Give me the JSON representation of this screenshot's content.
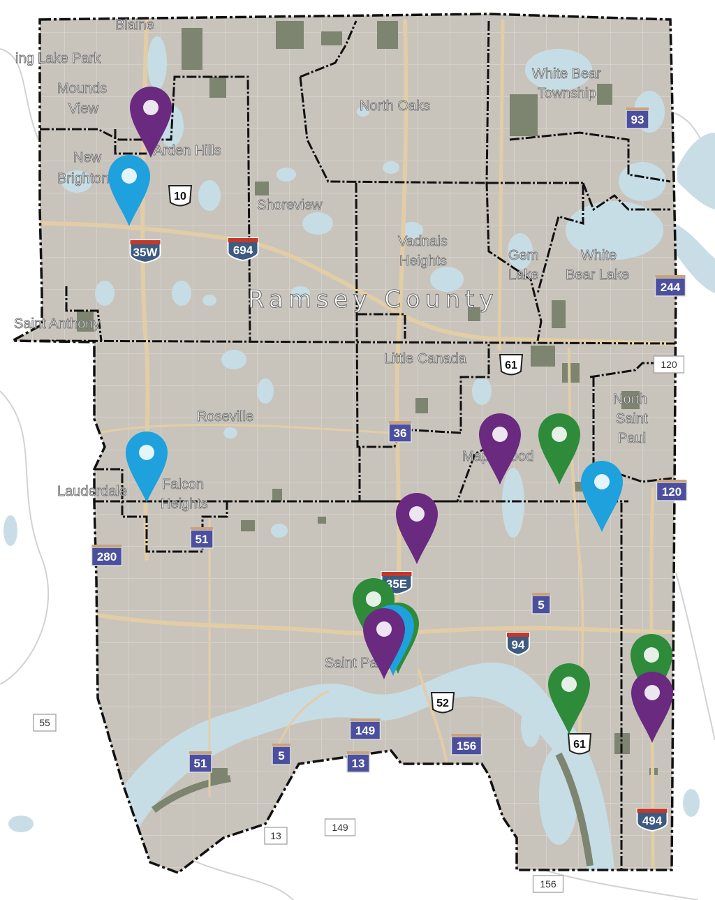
{
  "county_label": "Ramsey County",
  "place_labels": [
    {
      "text": "Blaine",
      "key": "blaine"
    },
    {
      "text": "ing Lake Park",
      "key": "spring-lake-park"
    },
    {
      "text": "Mounds",
      "key": "mounds"
    },
    {
      "text": "View",
      "key": "view"
    },
    {
      "text": "New",
      "key": "new"
    },
    {
      "text": "Brighton",
      "key": "brighton"
    },
    {
      "text": "Arden Hills",
      "key": "arden-hills"
    },
    {
      "text": "North Oaks",
      "key": "north-oaks"
    },
    {
      "text": "White Bear",
      "key": "white-bear"
    },
    {
      "text": "Township",
      "key": "township"
    },
    {
      "text": "Shoreview",
      "key": "shoreview"
    },
    {
      "text": "Vadnais",
      "key": "vadnais"
    },
    {
      "text": "Heights",
      "key": "vadnais-heights"
    },
    {
      "text": "Gem",
      "key": "gem"
    },
    {
      "text": "Lake",
      "key": "gem-lake"
    },
    {
      "text": "White",
      "key": "white"
    },
    {
      "text": "Bear Lake",
      "key": "bear-lake"
    },
    {
      "text": "Saint Anthony",
      "key": "saint-anthony"
    },
    {
      "text": "Little Canada",
      "key": "little-canada"
    },
    {
      "text": "North",
      "key": "north"
    },
    {
      "text": "Saint",
      "key": "saint"
    },
    {
      "text": "Paul",
      "key": "paul"
    },
    {
      "text": "Roseville",
      "key": "roseville"
    },
    {
      "text": "Maplewood",
      "key": "maplewood"
    },
    {
      "text": "Lauderdale",
      "key": "lauderdale"
    },
    {
      "text": "Falcon",
      "key": "falcon"
    },
    {
      "text": "Heights",
      "key": "falcon-heights"
    },
    {
      "text": "Saint Paul",
      "key": "saint-paul"
    }
  ],
  "highway_shields": [
    {
      "text": "35W",
      "kind": "interstate"
    },
    {
      "text": "694",
      "kind": "interstate"
    },
    {
      "text": "35E",
      "kind": "interstate"
    },
    {
      "text": "94",
      "kind": "interstate"
    },
    {
      "text": "494",
      "kind": "interstate"
    },
    {
      "text": "10",
      "kind": "us"
    },
    {
      "text": "61",
      "kind": "us"
    },
    {
      "text": "61",
      "kind": "us"
    },
    {
      "text": "52",
      "kind": "us"
    },
    {
      "text": "93",
      "kind": "state-blue"
    },
    {
      "text": "244",
      "kind": "state-blue"
    },
    {
      "text": "120",
      "kind": "state-blue"
    },
    {
      "text": "120",
      "kind": "state-white"
    },
    {
      "text": "36",
      "kind": "state-blue"
    },
    {
      "text": "51",
      "kind": "state-blue"
    },
    {
      "text": "51",
      "kind": "state-blue"
    },
    {
      "text": "280",
      "kind": "state-blue"
    },
    {
      "text": "5",
      "kind": "state-blue"
    },
    {
      "text": "5",
      "kind": "state-blue"
    },
    {
      "text": "149",
      "kind": "state-blue"
    },
    {
      "text": "13",
      "kind": "state-blue"
    },
    {
      "text": "156",
      "kind": "state-blue"
    },
    {
      "text": "55",
      "kind": "state-white"
    },
    {
      "text": "13",
      "kind": "state-white"
    },
    {
      "text": "149",
      "kind": "state-white"
    },
    {
      "text": "156",
      "kind": "state-white"
    }
  ],
  "marker_colors": {
    "purple": "#6a2a7f",
    "green": "#2e8b3a",
    "blue": "#1ea1dc"
  },
  "markers": [
    {
      "color": "purple",
      "icon": "map-pin-icon"
    },
    {
      "color": "blue",
      "icon": "map-pin-icon"
    },
    {
      "color": "blue",
      "icon": "map-pin-icon"
    },
    {
      "color": "purple",
      "icon": "map-pin-icon"
    },
    {
      "color": "green",
      "icon": "map-pin-icon"
    },
    {
      "color": "blue",
      "icon": "map-pin-icon"
    },
    {
      "color": "purple",
      "icon": "map-pin-icon"
    },
    {
      "color": "green",
      "icon": "map-pin-icon"
    },
    {
      "color": "green",
      "icon": "map-pin-icon"
    },
    {
      "color": "blue",
      "icon": "map-pin-icon"
    },
    {
      "color": "purple",
      "icon": "map-pin-icon"
    },
    {
      "color": "green",
      "icon": "map-pin-icon"
    },
    {
      "color": "green",
      "icon": "map-pin-icon"
    },
    {
      "color": "purple",
      "icon": "map-pin-icon"
    }
  ]
}
